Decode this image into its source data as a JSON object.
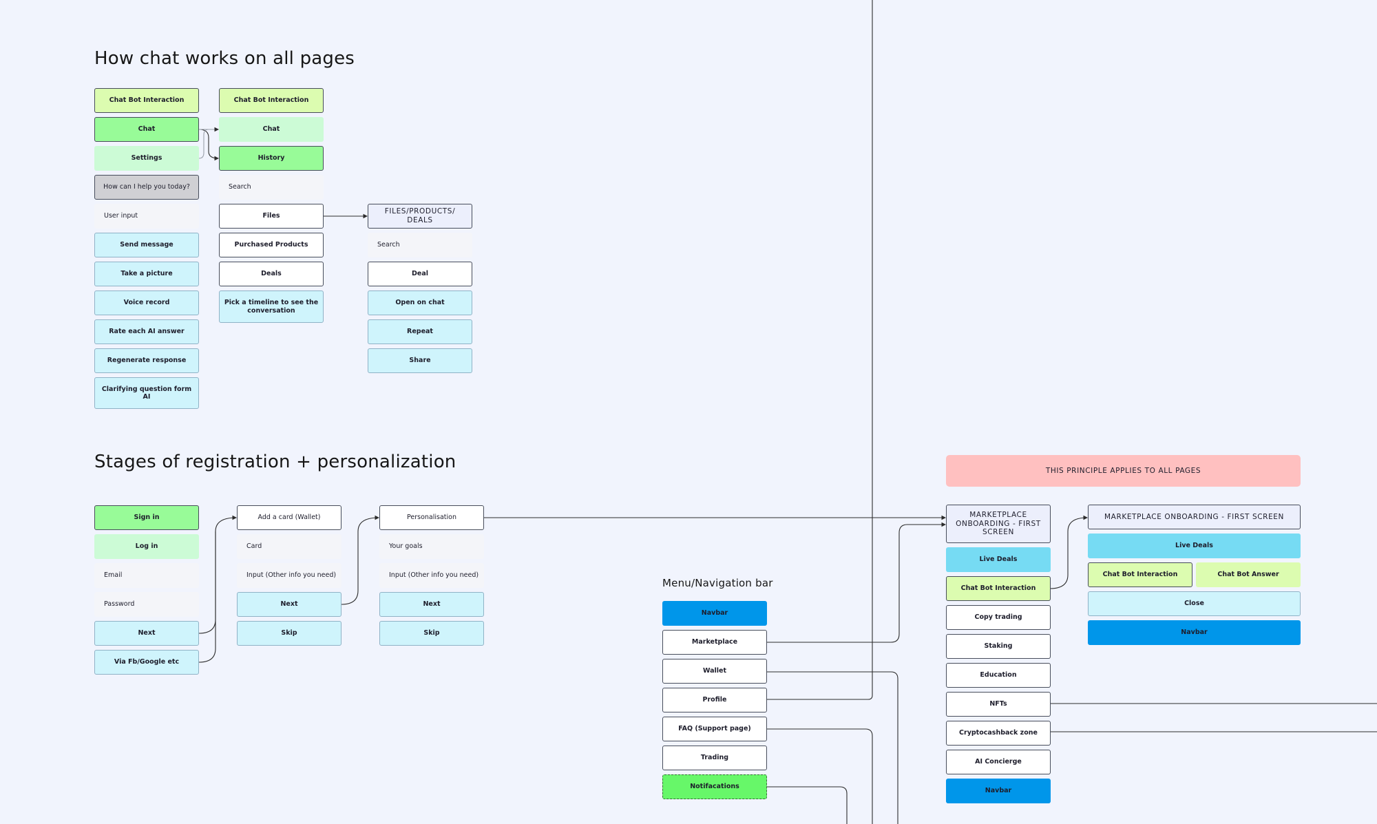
{
  "sections": {
    "chat": "How chat works on all pages",
    "registration": "Stages of registration + personalization",
    "menu": "Menu/Navigation bar"
  },
  "chat_col1": {
    "chatbot": "Chat Bot Interaction",
    "chat": "Chat",
    "settings": "Settings",
    "prompt": "How can I help you today?",
    "user_input": "User input",
    "send": "Send message",
    "picture": "Take a picture",
    "voice": "Voice record",
    "rate": "Rate each AI answer",
    "regen": "Regenerate response",
    "clarify": "Clarifying question form AI"
  },
  "chat_col2": {
    "chatbot": "Chat Bot Interaction",
    "chat": "Chat",
    "history": "History",
    "search": "Search",
    "files": "Files",
    "purchased": "Purchased Products",
    "deals": "Deals",
    "timeline": "Pick a timeline to see the conversation"
  },
  "chat_col3": {
    "title": "FILES/PRODUCTS/ DEALS",
    "search": "Search",
    "deal": "Deal",
    "open": "Open on chat",
    "repeat": "Repeat",
    "share": "Share"
  },
  "reg_col1": {
    "signin": "Sign in",
    "login": "Log in",
    "email": "Email",
    "password": "Password",
    "next": "Next",
    "via": "Via Fb/Google etc"
  },
  "reg_col2": {
    "title": "Add a card (Wallet)",
    "card": "Card",
    "input": "Input (Other info you need)",
    "next": "Next",
    "skip": "Skip"
  },
  "reg_col3": {
    "title": "Personalisation",
    "goals": "Your goals",
    "input": "Input (Other info you need)",
    "next": "Next",
    "skip": "Skip"
  },
  "menu": {
    "navbar": "Navbar",
    "marketplace": "Marketplace",
    "wallet": "Wallet",
    "profile": "Profile",
    "faq": "FAQ (Support page)",
    "trading": "Trading",
    "notifications": "Notifacations"
  },
  "principle": "THIS PRINCIPLE APPLIES TO ALL PAGES",
  "market1": {
    "title": "MARKETPLACE ONBOARDING - FIRST SCREEN",
    "live": "Live Deals",
    "chatbot": "Chat Bot Interaction",
    "copy": "Copy trading",
    "staking": "Staking",
    "education": "Education",
    "nfts": "NFTs",
    "cashback": "Cryptocashback zone",
    "concierge": "AI Concierge",
    "navbar": "Navbar"
  },
  "market2": {
    "title": "MARKETPLACE ONBOARDING - FIRST SCREEN",
    "live": "Live Deals",
    "chatbot": "Chat Bot Interaction",
    "answer": "Chat Bot Answer",
    "close": "Close",
    "navbar": "Navbar"
  }
}
